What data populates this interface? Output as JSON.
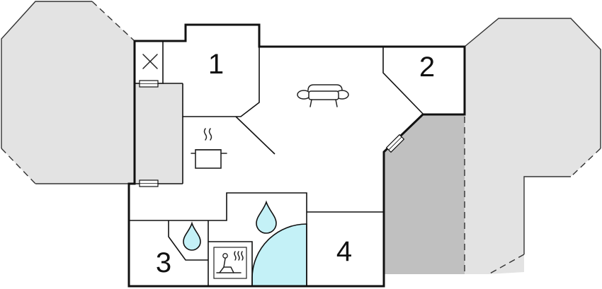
{
  "plan": {
    "rooms": [
      {
        "number": "1"
      },
      {
        "number": "2"
      },
      {
        "number": "3"
      },
      {
        "number": "4"
      }
    ],
    "icons": [
      "sofa-icon",
      "cooking-pot-icon",
      "water-drop-icon",
      "sauna-icon",
      "shower-icon",
      "fireplace-icon",
      "window-icon"
    ],
    "colors": {
      "terrace": "#e3e3e3",
      "covered_terrace": "#c0c0c0",
      "shower": "#c4f1f7",
      "wall": "#111111"
    }
  }
}
